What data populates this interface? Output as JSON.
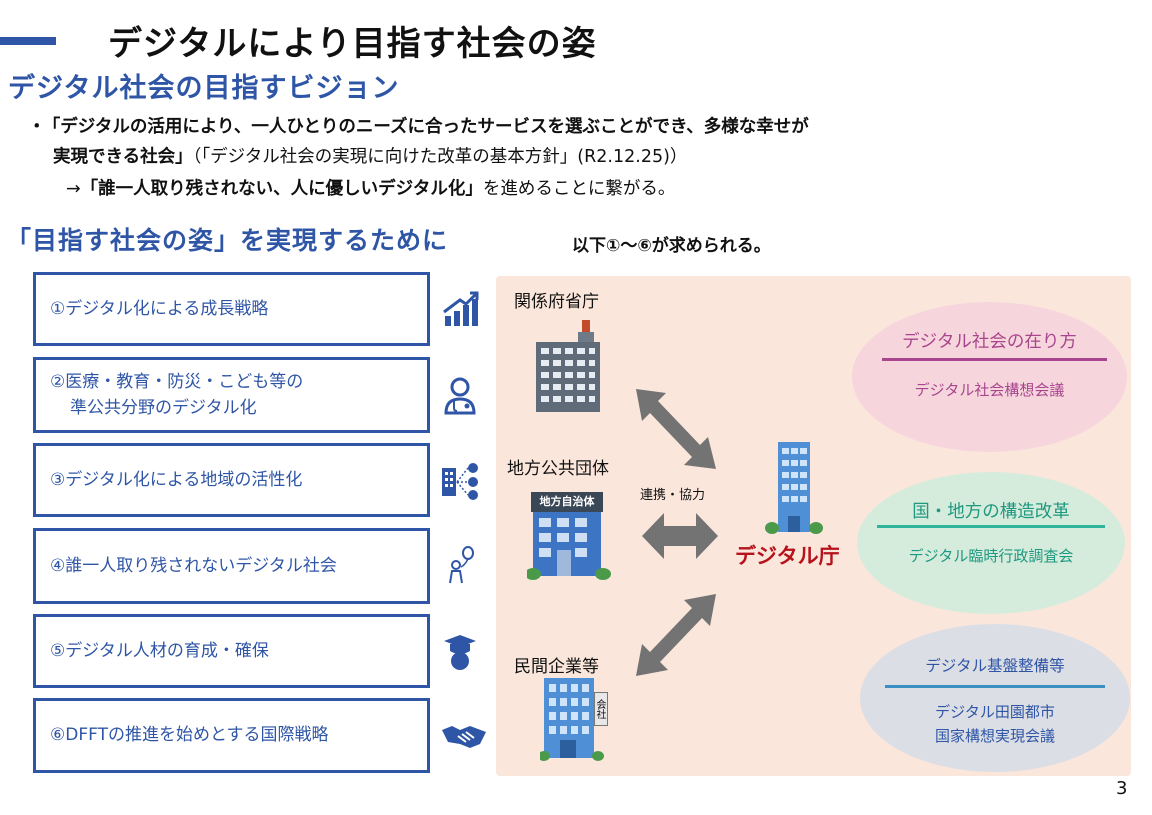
{
  "title": "デジタルにより目指す社会の姿",
  "subtitle": "デジタル社会の目指すビジョン",
  "vision": {
    "bullet": "・",
    "line1": "「デジタルの活用により、一人ひとりのニーズに合ったサービスを選ぶことができ、多様な幸せが",
    "line2_bold": "実現できる社会」",
    "line2_rest": "（「デジタル社会の実現に向けた改革の基本方針」(R2.12.25)）",
    "line3_arrow": "→",
    "line3_bold": "「誰一人取り残されない、人に優しいデジタル化」",
    "line3_rest": "を進めることに繋がる。"
  },
  "section": {
    "heading": "「目指す社会の姿」を実現するために",
    "tail": "以下①～⑥が求められる。"
  },
  "items": [
    {
      "line1": "①デジタル化による成長戦略",
      "line2": ""
    },
    {
      "line1": "②医療・教育・防災・こども等の",
      "line2": "準公共分野のデジタル化"
    },
    {
      "line1": "③デジタル化による地域の活性化",
      "line2": ""
    },
    {
      "line1": "④誰一人取り残されないデジタル社会",
      "line2": ""
    },
    {
      "line1": "⑤デジタル人材の育成・確保",
      "line2": ""
    },
    {
      "line1": "⑥DFFTの推進を始めとする国際戦略",
      "line2": ""
    }
  ],
  "icons": [
    "growth-chart-icon",
    "doctor-icon",
    "city-network-icon",
    "person-balloon-icon",
    "graduation-cap-icon",
    "handshake-icon"
  ],
  "diagram": {
    "ministries": "関係府省庁",
    "local_gov": "地方公共団体",
    "local_gov_sign": "地方自治体",
    "private": "民間企業等",
    "company_sign": "会社",
    "cooperation": "連携・協力",
    "agency": "デジタル庁"
  },
  "councils": [
    {
      "title": "デジタル社会の在り方",
      "body": "デジタル社会構想会議",
      "color": "#a9458e"
    },
    {
      "title": "国・地方の構造改革",
      "body": "デジタル臨時行政調査会",
      "color": "#2fb39a"
    },
    {
      "title": "デジタル基盤整備等",
      "body": "デジタル田園都市\n国家構想実現会議",
      "color": "#3a8fc4"
    }
  ],
  "colors": {
    "accent": "#2f56a6",
    "agency": "#b5121b",
    "panel": "#fbe6dc"
  },
  "page_number": "3"
}
